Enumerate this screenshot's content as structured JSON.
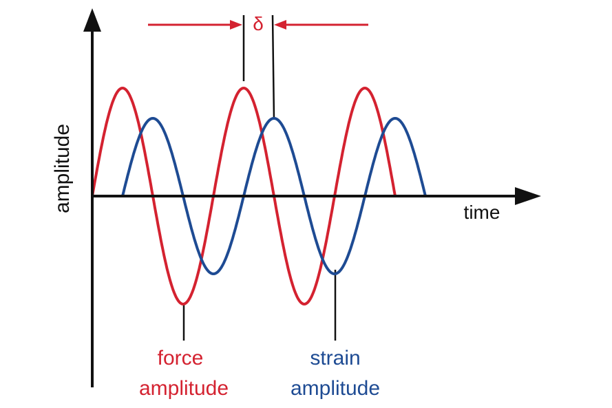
{
  "labels": {
    "y_axis": "amplitude",
    "x_axis": "time",
    "phase_shift": "δ",
    "force_line1": "force",
    "force_line2": "amplitude",
    "strain_line1": "strain",
    "strain_line2": "amplitude"
  },
  "colors": {
    "force": "#d42230",
    "strain": "#1e4b93",
    "axis": "#111111",
    "background": "#ffffff"
  },
  "curves": {
    "force": {
      "period": 2,
      "start_phase": 0,
      "cycles": 2.5,
      "amplitude": 1.0
    },
    "strain": {
      "period": 2,
      "start_phase": 0.5,
      "cycles": 2.5,
      "amplitude": 0.72
    }
  }
}
